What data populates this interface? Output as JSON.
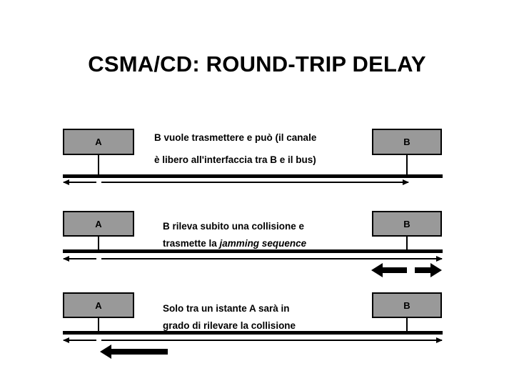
{
  "slide": {
    "title": "CSMA/CD: ROUND-TRIP DELAY",
    "background_color": "#ffffff",
    "text_color": "#000000",
    "node_fill_color": "#999999",
    "node_border_color": "#000000"
  },
  "steps": [
    {
      "node_left_label": "A",
      "node_right_label": "B",
      "caption_line1": "B vuole trasmettere e può (il canale",
      "caption_line2": "è libero all'interfaccia tra B e il bus)",
      "caption_line2_italic": ""
    },
    {
      "node_left_label": "A",
      "node_right_label": "B",
      "caption_line1": "B rileva subito una collisione e",
      "caption_line2": "trasmette la ",
      "caption_line2_italic": "jamming sequence"
    },
    {
      "node_left_label": "A",
      "node_right_label": "B",
      "caption_line1": "Solo tra un istante A sarà in",
      "caption_line2": "grado di rilevare la collisione",
      "caption_line2_italic": ""
    }
  ]
}
